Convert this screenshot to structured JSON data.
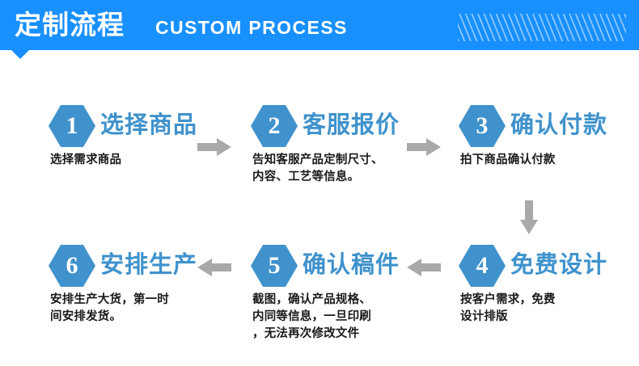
{
  "header": {
    "title_cn": "定制流程",
    "title_en": "CUSTOM PROCESS",
    "bar_color": "#1890ff",
    "text_color": "#ffffff",
    "stripes_icon": "diagonal-stripes-decoration"
  },
  "theme": {
    "hex_color": "#3f92cc",
    "title_color": "#3f92cc",
    "desc_color": "#1a1a1a",
    "arrow_color": "#a9a9a9"
  },
  "steps": [
    {
      "number": "1",
      "title": "选择商品",
      "desc": "选择需求商品"
    },
    {
      "number": "2",
      "title": "客服报价",
      "desc": "告知客服产品定制尺寸、\n内容、工艺等信息。"
    },
    {
      "number": "3",
      "title": "确认付款",
      "desc": "拍下商品确认付款"
    },
    {
      "number": "4",
      "title": "免费设计",
      "desc": "按客户需求，免费\n设计排版"
    },
    {
      "number": "5",
      "title": "确认稿件",
      "desc": "截图，确认产品规格、\n内同等信息，一旦印刷\n，无法再次修改文件"
    },
    {
      "number": "6",
      "title": "安排生产",
      "desc": "安排生产大货，第一时\n间安排发货。"
    }
  ],
  "arrows": [
    {
      "name": "arrow-right-1-to-2",
      "direction": "right"
    },
    {
      "name": "arrow-right-2-to-3",
      "direction": "right"
    },
    {
      "name": "arrow-down-3-to-4",
      "direction": "down"
    },
    {
      "name": "arrow-left-4-to-5",
      "direction": "left"
    },
    {
      "name": "arrow-left-5-to-6",
      "direction": "left"
    }
  ]
}
